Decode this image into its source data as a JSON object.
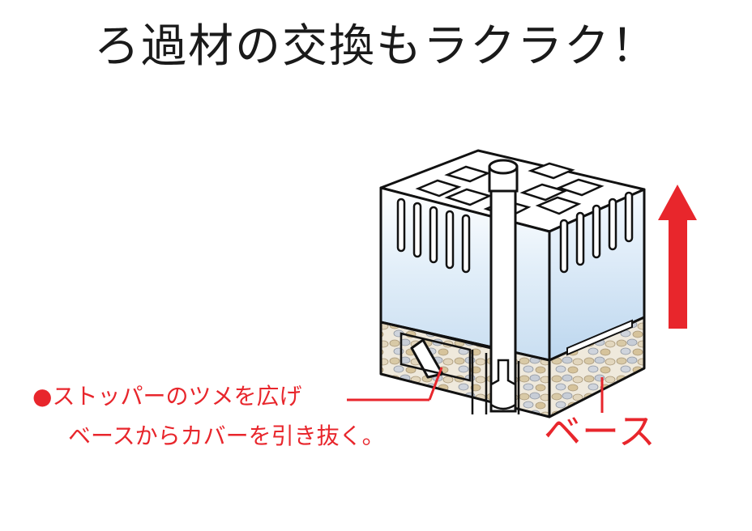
{
  "title": "ろ過材の交換もラクラク！",
  "instruction": {
    "bullet": "●",
    "line1": "ストッパーのツメを広げ",
    "line2": "ベースからカバーを引き抜く。"
  },
  "base_label": "ベース",
  "colors": {
    "accent_red": "#e8262c",
    "outline": "#111111",
    "cover_tint": "#d7e9f7",
    "gravel": "#d9cfb9"
  },
  "icons": [
    "up-arrow-icon"
  ]
}
